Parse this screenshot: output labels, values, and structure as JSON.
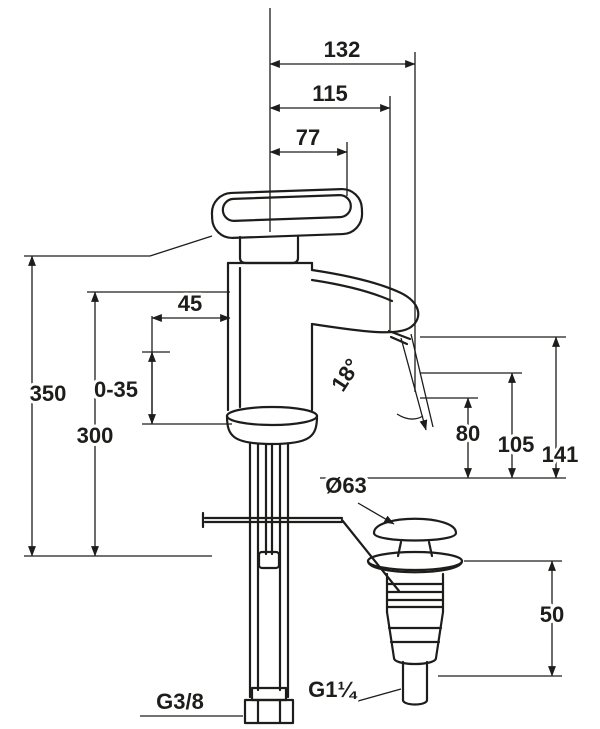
{
  "dimensions": {
    "d132": "132",
    "d115": "115",
    "d77": "77",
    "d45": "45",
    "d0_35": "0-35",
    "d350": "350",
    "d300": "300",
    "angle": "18°",
    "d80": "80",
    "d105": "105",
    "d141": "141",
    "diameter": "Ø63",
    "d50": "50"
  },
  "threads": {
    "supply": "G3/8",
    "waste": "G1¼"
  },
  "colors": {
    "line": "#1d1d1b",
    "background": "#ffffff"
  }
}
